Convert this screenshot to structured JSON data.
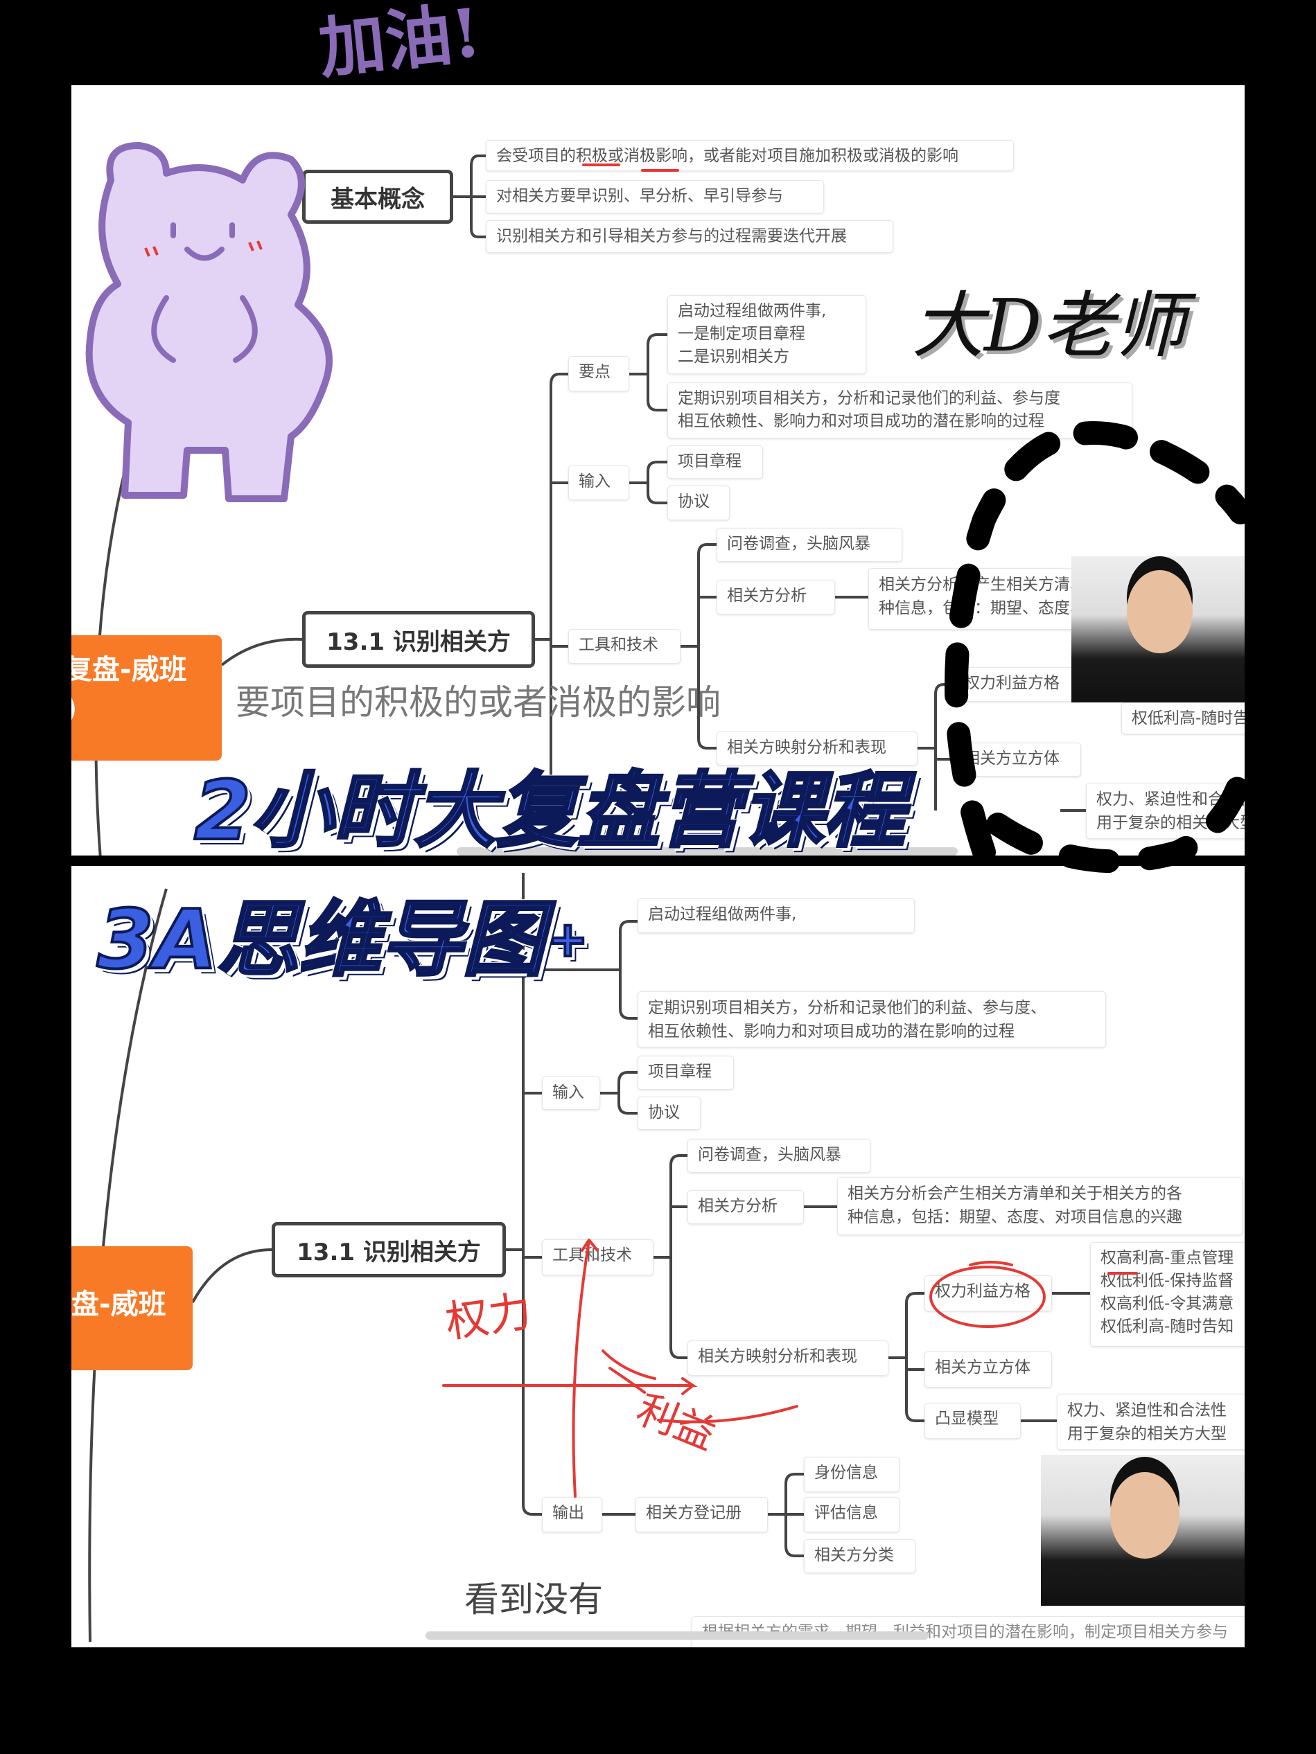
{
  "top_panel": {
    "root_label_line1": "复盘-威班",
    "root_label_line2": ")",
    "basic_concept": {
      "label": "基本概念",
      "items": [
        "会受项目的积极或消极影响，或者能对项目施加积极或消极的影响",
        "对相关方要早识别、早分析、早引导参与",
        "识别相关方和引导相关方参与的过程需要迭代开展"
      ]
    },
    "process_label": "13.1 识别相关方",
    "key_points": {
      "label": "要点",
      "item1_lines": [
        "启动过程组做两件事,",
        "一是制定项目章程",
        "二是识别相关方"
      ],
      "item2_lines": [
        "定期识别项目相关方，分析和记录他们的利益、参与度",
        "相互依赖性、影响力和对项目成功的潜在影响的过程"
      ]
    },
    "inputs": {
      "label": "输入",
      "items": [
        "项目章程",
        "协议"
      ]
    },
    "tools": {
      "label": "工具和技术",
      "survey": "问卷调查，头脑风暴",
      "analysis": "相关方分析",
      "analysis_desc_lines": [
        "相关方分析会产生相关方清单和关于相关方的各",
        "种信息，包括：期望、态度、对项目信息的兴趣"
      ],
      "mapping": "相关方映射分析和表现",
      "power_grid": "权力利益方格",
      "grid_item": "权低利高-随时告知",
      "cube": "相关方立方体",
      "salience_desc_lines": [
        "权力、紧迫性和合法性",
        "用于复杂的相关方大型"
      ]
    },
    "subtitle": "要项目的积极的或者消极的影响"
  },
  "bottom_panel": {
    "root_label": "盘-威班",
    "process_label": "13.1 识别相关方",
    "key_point_lines": [
      "启动过程组做两件事,",
      "定期识别项目相关方，分析和记录他们的利益、参与度、",
      "相互依赖性、影响力和对项目成功的潜在影响的过程"
    ],
    "inputs": {
      "label": "输入",
      "items": [
        "项目章程",
        "协议"
      ]
    },
    "tools": {
      "label": "工具和技术",
      "survey": "问卷调查，头脑风暴",
      "analysis": "相关方分析",
      "analysis_desc_lines": [
        "相关方分析会产生相关方清单和关于相关方的各",
        "种信息，包括：期望、态度、对项目信息的兴趣"
      ],
      "mapping": "相关方映射分析和表现",
      "power_grid": "权力利益方格",
      "grid_items": [
        "权高利高-重点管理",
        "权低利低-保持监督",
        "权高利低-令其满意",
        "权低利高-随时告知"
      ],
      "cube": "相关方立方体",
      "salience": "凸显模型",
      "salience_desc_lines": [
        "权力、紧迫性和合法性",
        "用于复杂的相关方大型"
      ]
    },
    "outputs": {
      "label": "输出",
      "register": "相关方登记册",
      "items": [
        "身份信息",
        "评估信息",
        "相关方分类"
      ]
    },
    "subtitle": "看到没有",
    "next_text": "根据相关方的需求、期望、利益和对项目的潜在影响，制定项目相关方参与"
  },
  "overlay": {
    "title_line1": "2小时大复盘营课程",
    "plus": "+",
    "title_line2": "3A思维导图",
    "teacher_sign": "大D老师",
    "cheer": "加油!",
    "annotation_power": "权力",
    "annotation_interest": "利益",
    "colors": {
      "title_blue": "#3a5fe0",
      "orange": "#f97a26",
      "annotation_red": "#e53935",
      "bear_purple": "#e3d3f5"
    }
  }
}
